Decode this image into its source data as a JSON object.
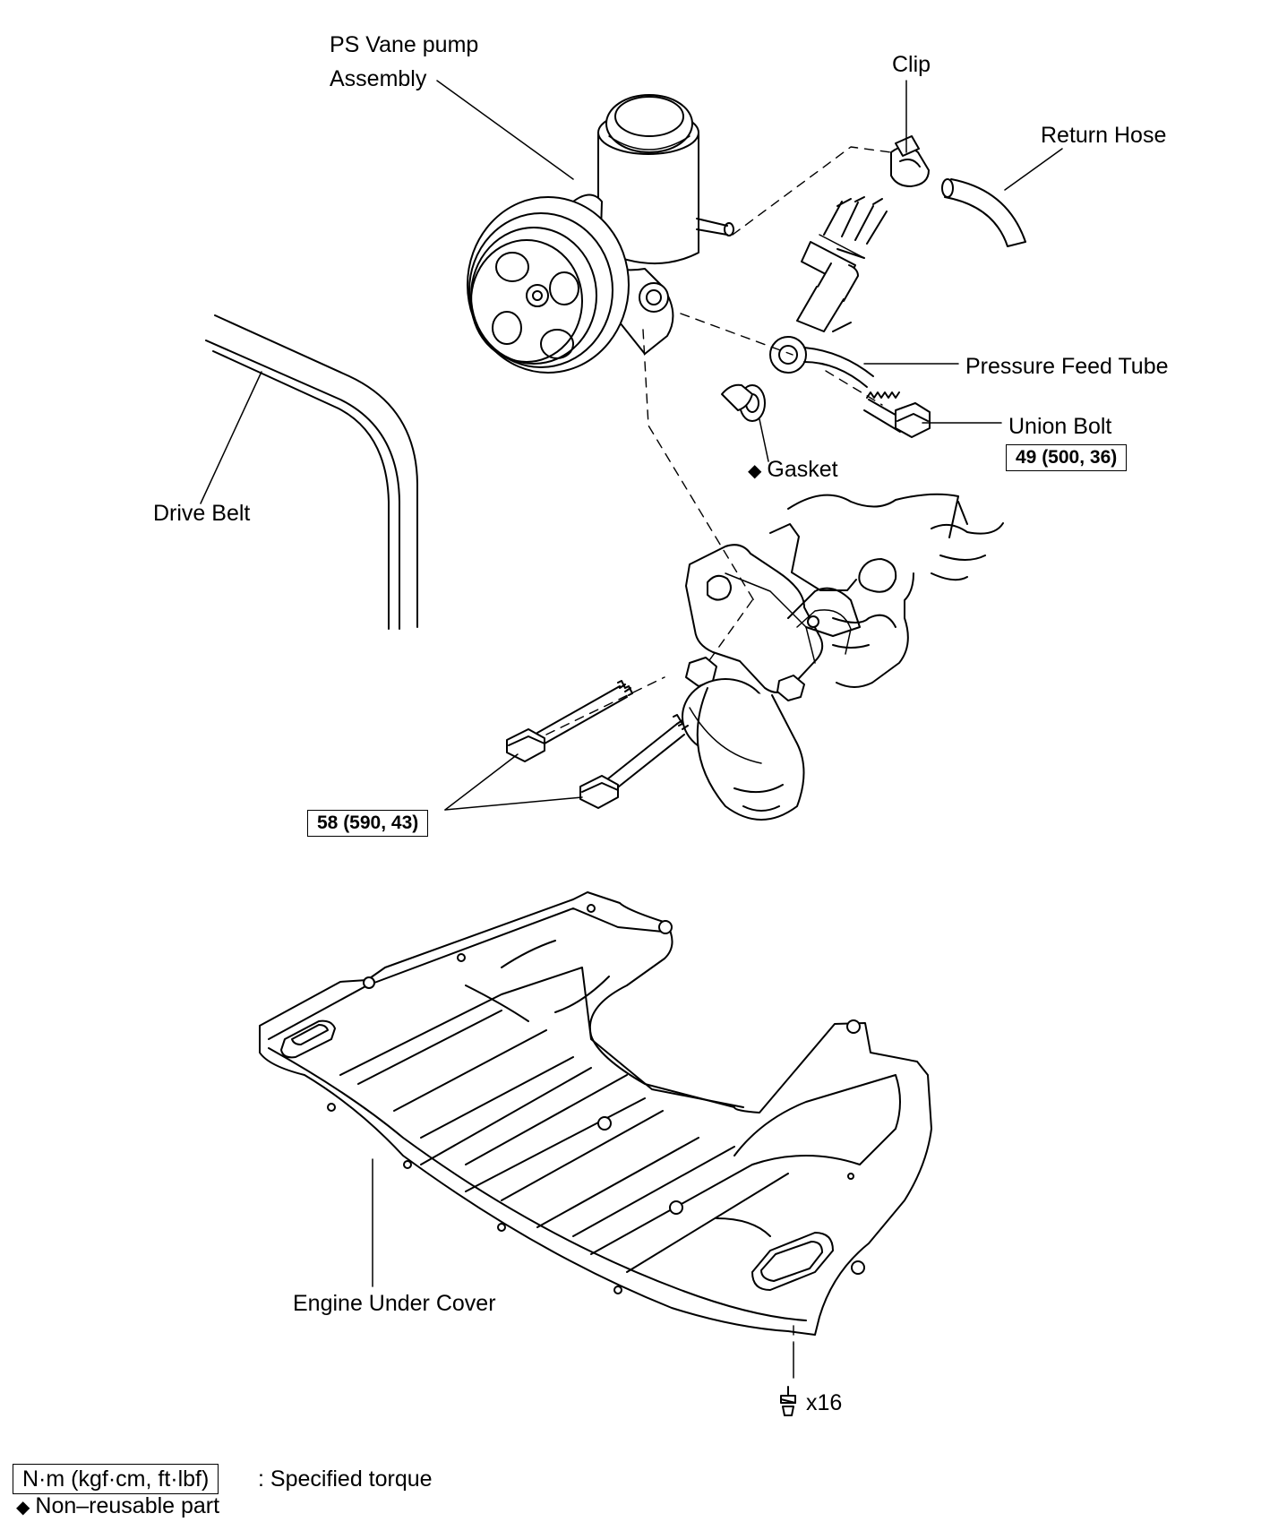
{
  "labels": {
    "ps_pump_line1": "PS Vane pump",
    "ps_pump_line2": "Assembly",
    "clip": "Clip",
    "return_hose": "Return Hose",
    "pressure_feed_tube": "Pressure Feed Tube",
    "union_bolt": "Union Bolt",
    "gasket": "Gasket",
    "drive_belt": "Drive Belt",
    "engine_under_cover": "Engine Under Cover",
    "fastener_count": "x16"
  },
  "torque": {
    "union_bolt": "49 (500, 36)",
    "bracket_bolts": "58 (590, 43)"
  },
  "legend": {
    "torque_unit_box": "N·m (kgf·cm, ft·lbf)",
    "torque_desc": ": Specified torque",
    "nonreusable_symbol": "◆",
    "nonreusable_desc": "Non–reusable part"
  }
}
